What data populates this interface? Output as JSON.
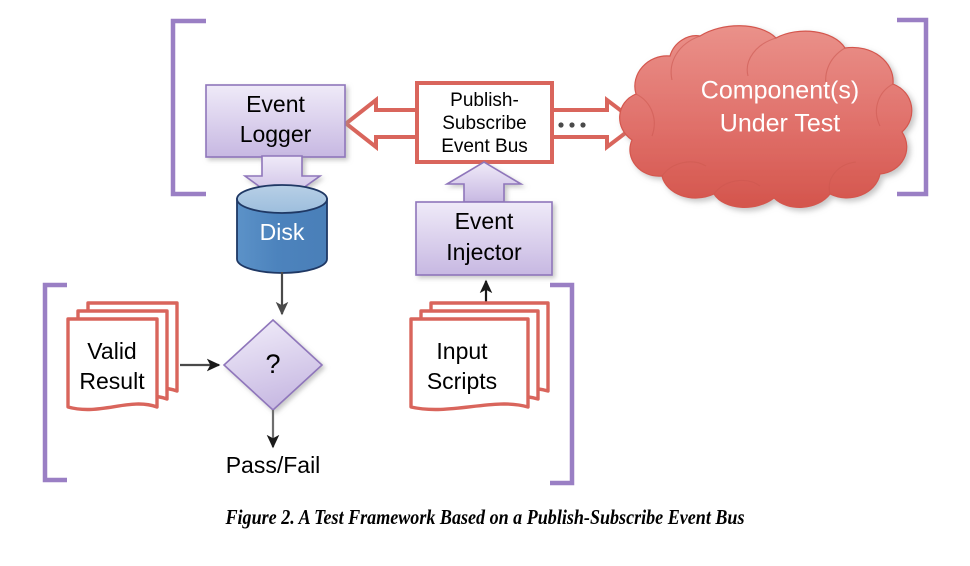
{
  "figure": {
    "caption": "Figure 2.  A Test Framework Based on a Publish-Subscribe Event Bus"
  },
  "nodes": {
    "event_logger": {
      "line1": "Event",
      "line2": "Logger"
    },
    "event_bus": {
      "line1": "Publish-",
      "line2": "Subscribe",
      "line3": "Event Bus"
    },
    "component_under_test": {
      "line1": "Component(s)",
      "line2": "Under Test"
    },
    "disk": {
      "label": "Disk"
    },
    "event_injector": {
      "line1": "Event",
      "line2": "Injector"
    },
    "valid_result": {
      "line1": "Valid",
      "line2": "Result"
    },
    "input_scripts": {
      "line1": "Input",
      "line2": "Scripts"
    },
    "decision": {
      "label": "?"
    },
    "outcome": {
      "label": "Pass/Fail"
    },
    "bus_ellipsis": {
      "label": "..."
    }
  },
  "colors": {
    "purple_fill_light": "#e6dff2",
    "purple_fill_dark": "#c9bbe3",
    "purple_stroke": "#8f76bb",
    "bracket_purple": "#9a7fc4",
    "red_stroke": "#d9655c",
    "cloud_top": "#e88a83",
    "cloud_bottom": "#d85a51",
    "disk_top": "#a8c5e0",
    "disk_body": "#4f86bf",
    "disk_stroke": "#1f3864",
    "arrow_gray": "#595959",
    "white": "#ffffff",
    "black": "#000000"
  }
}
